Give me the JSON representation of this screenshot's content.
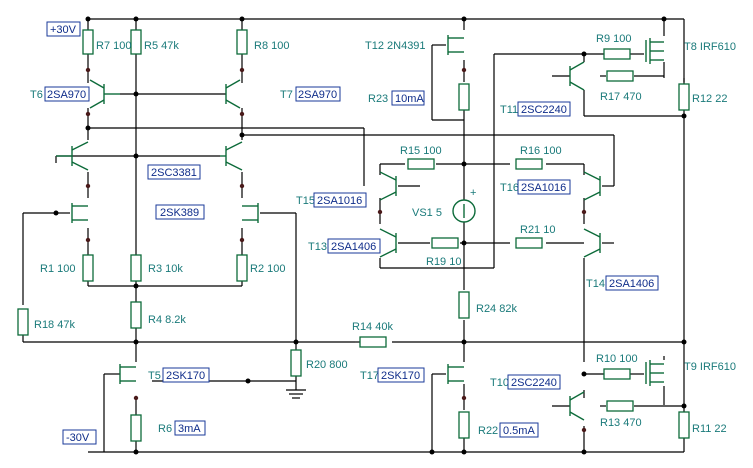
{
  "rails": {
    "positive": "+30V",
    "negative": "-30V"
  },
  "resistors": {
    "R1": "R1 100",
    "R2": "R2 100",
    "R3": "R3 10k",
    "R4": "R4 8.2k",
    "R5": "R5 47k",
    "R6": "R6",
    "R7": "R7 100",
    "R8": "R8 100",
    "R9": "R9 100",
    "R10": "R10 100",
    "R11": "R11 22",
    "R12": "R12 22",
    "R13": "R13 470",
    "R14": "R14 40k",
    "R15": "R15 100",
    "R16": "R16 100",
    "R17": "R17 470",
    "R18": "R18 47k",
    "R19": "R19 10",
    "R20": "R20 800",
    "R21": "R21 10",
    "R22": "R22",
    "R23": "R23",
    "R24": "R24 82k"
  },
  "currents": {
    "R6": "3mA",
    "R22": "0.5mA",
    "R23": "10mA"
  },
  "transistors": {
    "T5": {
      "ref": "T5",
      "part": "2SK170"
    },
    "T6": {
      "ref": "T6",
      "part": "2SA970"
    },
    "T7": {
      "ref": "T7",
      "part": "2SA970"
    },
    "T8": {
      "ref": "T8 IRF610",
      "part": ""
    },
    "T9": {
      "ref": "T9 IRF610",
      "part": ""
    },
    "T10": {
      "ref": "T10",
      "part": "2SC2240"
    },
    "T11": {
      "ref": "T11",
      "part": "2SC2240"
    },
    "T12": {
      "ref": "T12 2N4391",
      "part": ""
    },
    "T13": {
      "ref": "T13",
      "part": "2SA1406"
    },
    "T14": {
      "ref": "T14",
      "part": "2SA1406"
    },
    "T15": {
      "ref": "T15",
      "part": "2SA1016"
    },
    "T16": {
      "ref": "T16",
      "part": "2SA1016"
    },
    "T17": {
      "ref": "T17",
      "part": "2SK170"
    }
  },
  "parts": {
    "pair_npn": "2SC3381",
    "pair_jfet": "2SK389"
  },
  "source": {
    "label": "VS1 5",
    "polarity": "+"
  }
}
